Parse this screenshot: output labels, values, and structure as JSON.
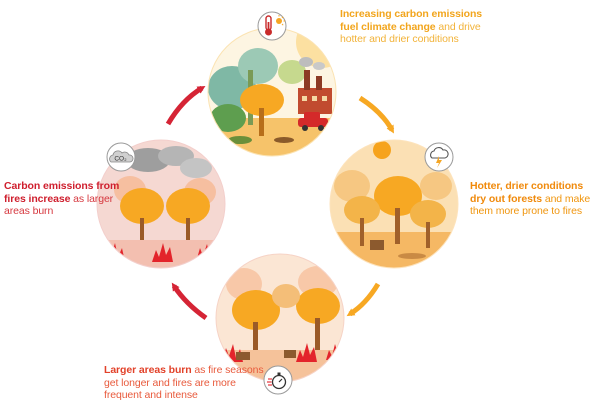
{
  "stages": {
    "top": {
      "bold": "Increasing carbon emissions fuel climate change",
      "rest": " and drive hotter and drier conditions",
      "icon": "thermometer-sun-icon"
    },
    "right": {
      "bold": "Hotter, drier conditions dry out forests",
      "rest": " and make them more prone to fires",
      "icon": "storm-cloud-lightning-icon"
    },
    "bottom": {
      "bold": "Larger areas burn",
      "rest": " as fire seasons get longer and fires are more frequent and intense",
      "icon": "stopwatch-icon"
    },
    "left": {
      "bold": "Carbon emissions from fires increase",
      "rest": " as larger areas burn",
      "icon": "co2-cloud-icon",
      "icon_label": "CO₂"
    }
  },
  "colors": {
    "top_accent": "#f2a51c",
    "right_accent": "#f08a0c",
    "bottom_accent": "#e2422a",
    "left_accent": "#cf1f2e",
    "flame_red": "#e3242b",
    "tree_orange": "#f7a823"
  }
}
